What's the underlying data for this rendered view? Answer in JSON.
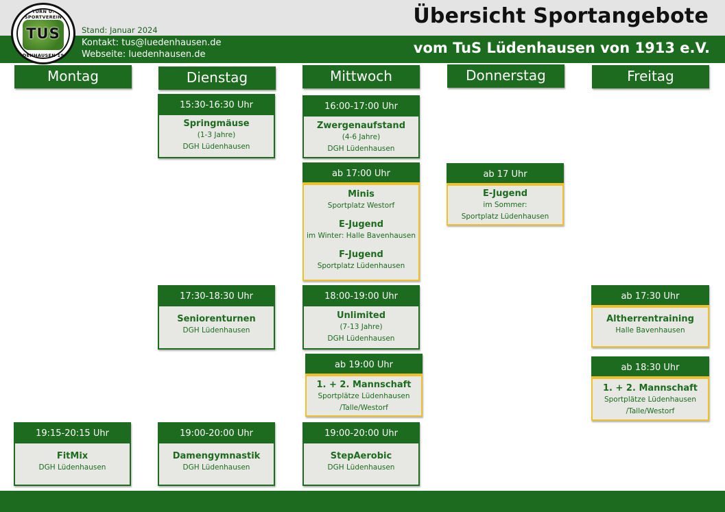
{
  "header": {
    "stand": "Stand: Januar 2024",
    "kontakt": "Kontakt: tus@luedenhausen.de",
    "webseite": "Webseite: luedenhausen.de",
    "title": "Übersicht Sportangebote",
    "subtitle": "vom TuS Lüdenhausen von 1913 e.V."
  },
  "logo": {
    "ring_top": "TURN U. SPORTVEREIN",
    "ring_bottom": "LÜDENHAUSEN 1913",
    "center": "TUS"
  },
  "colors": {
    "green": "#1c6b1e",
    "yellow": "#f0c028",
    "card_bg": "#e7e7e3",
    "header_bg": "#e4e4e4"
  },
  "days": [
    "Montag",
    "Dienstag",
    "Mittwoch",
    "Donnerstag",
    "Freitag"
  ],
  "cards": {
    "die_1": {
      "time": "15:30-16:30 Uhr",
      "title": "Springmäuse",
      "lines": [
        "(1-3 Jahre)",
        "DGH Lüdenhausen"
      ]
    },
    "mit_1": {
      "time": "16:00-17:00 Uhr",
      "title": "Zwergenaufstand",
      "lines": [
        "(4-6 Jahre)",
        "DGH Lüdenhausen"
      ]
    },
    "mit_2": {
      "time": "ab 17:00 Uhr",
      "entries": [
        {
          "title": "Minis",
          "line": "Sportplatz Westorf"
        },
        {
          "title": "E-Jugend",
          "line": "im Winter: Halle Bavenhausen"
        },
        {
          "title": "F-Jugend",
          "line": "Sportplatz Lüdenhausen"
        }
      ]
    },
    "don_1": {
      "time": "ab 17 Uhr",
      "title": "E-Jugend",
      "lines": [
        "im Sommer:",
        "Sportplatz Lüdenhausen"
      ]
    },
    "die_2": {
      "time": "17:30-18:30 Uhr",
      "title": "Seniorenturnen",
      "lines": [
        "DGH Lüdenhausen"
      ]
    },
    "mit_3": {
      "time": "18:00-19:00 Uhr",
      "title": "Unlimited",
      "lines": [
        "(7-13 Jahre)",
        "DGH Lüdenhausen"
      ]
    },
    "fre_1": {
      "time": "ab 17:30 Uhr",
      "title": "Altherrentraining",
      "lines": [
        "Halle Bavenhausen"
      ]
    },
    "mit_4": {
      "time": "ab 19:00 Uhr",
      "title": "1. + 2. Mannschaft",
      "lines": [
        "Sportplätze Lüdenhausen",
        "/Talle/Westorf"
      ]
    },
    "fre_2": {
      "time": "ab 18:30 Uhr",
      "title": "1. + 2. Mannschaft",
      "lines": [
        "Sportplätze Lüdenhausen",
        "/Talle/Westorf"
      ]
    },
    "mon_1": {
      "time": "19:15-20:15 Uhr",
      "title": "FitMix",
      "lines": [
        "DGH Lüdenhausen"
      ]
    },
    "die_3": {
      "time": "19:00-20:00 Uhr",
      "title": "Damengymnastik",
      "lines": [
        "DGH Lüdenhausen"
      ]
    },
    "mit_5": {
      "time": "19:00-20:00 Uhr",
      "title": "StepAerobic",
      "lines": [
        "DGH Lüdenhausen"
      ]
    }
  }
}
